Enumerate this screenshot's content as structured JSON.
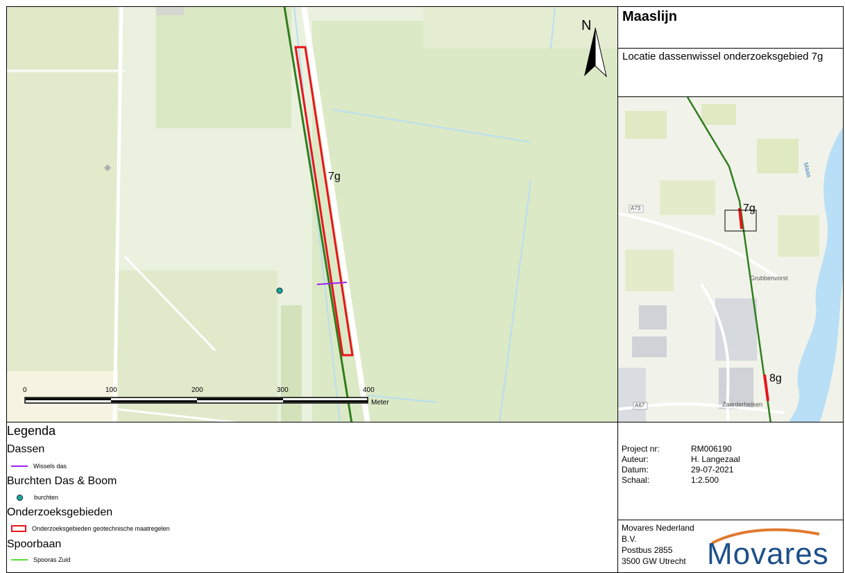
{
  "title": "Maaslijn",
  "subtitle": "Locatie dassenwissel onderzoeksgebied 7g",
  "main_map": {
    "north_label": "N",
    "area_label": "7g",
    "scale": {
      "ticks": [
        "0",
        "100",
        "200",
        "300",
        "400"
      ],
      "unit": "Meter"
    }
  },
  "overview_map": {
    "labels": {
      "area_7g": "7g",
      "area_8g": "8g",
      "town": "Grubbenvorst",
      "village": "Zaarderheiken",
      "road_a73": "A73",
      "road_a67": "A67",
      "river": "Maas"
    }
  },
  "legend": {
    "title": "Legenda",
    "groups": [
      {
        "name": "Dassen",
        "item": "Wissels das",
        "color": "#a020f0"
      },
      {
        "name": "Burchten Das & Boom",
        "item": "burchten",
        "color": "#1aa89a"
      },
      {
        "name": "Onderzoeksgebieden",
        "item": "Onderzoeksgebieden geotechnische maatregelen",
        "color": "#e8141b"
      },
      {
        "name": "Spoorbaan",
        "item": "Spooras Zuid",
        "color": "#55dd33"
      }
    ]
  },
  "info": {
    "rows": [
      {
        "label": "Project nr:",
        "value": "RM006190"
      },
      {
        "label": "Auteur:",
        "value": "H. Langezaal"
      },
      {
        "label": "Datum:",
        "value": "29-07-2021"
      },
      {
        "label": "Schaal:",
        "value": "1:2.500"
      }
    ]
  },
  "company": {
    "lines": [
      "Movares Nederland",
      "B.V.",
      "Postbus 2855",
      "3500 GW Utrecht"
    ],
    "logo": "Movares"
  }
}
